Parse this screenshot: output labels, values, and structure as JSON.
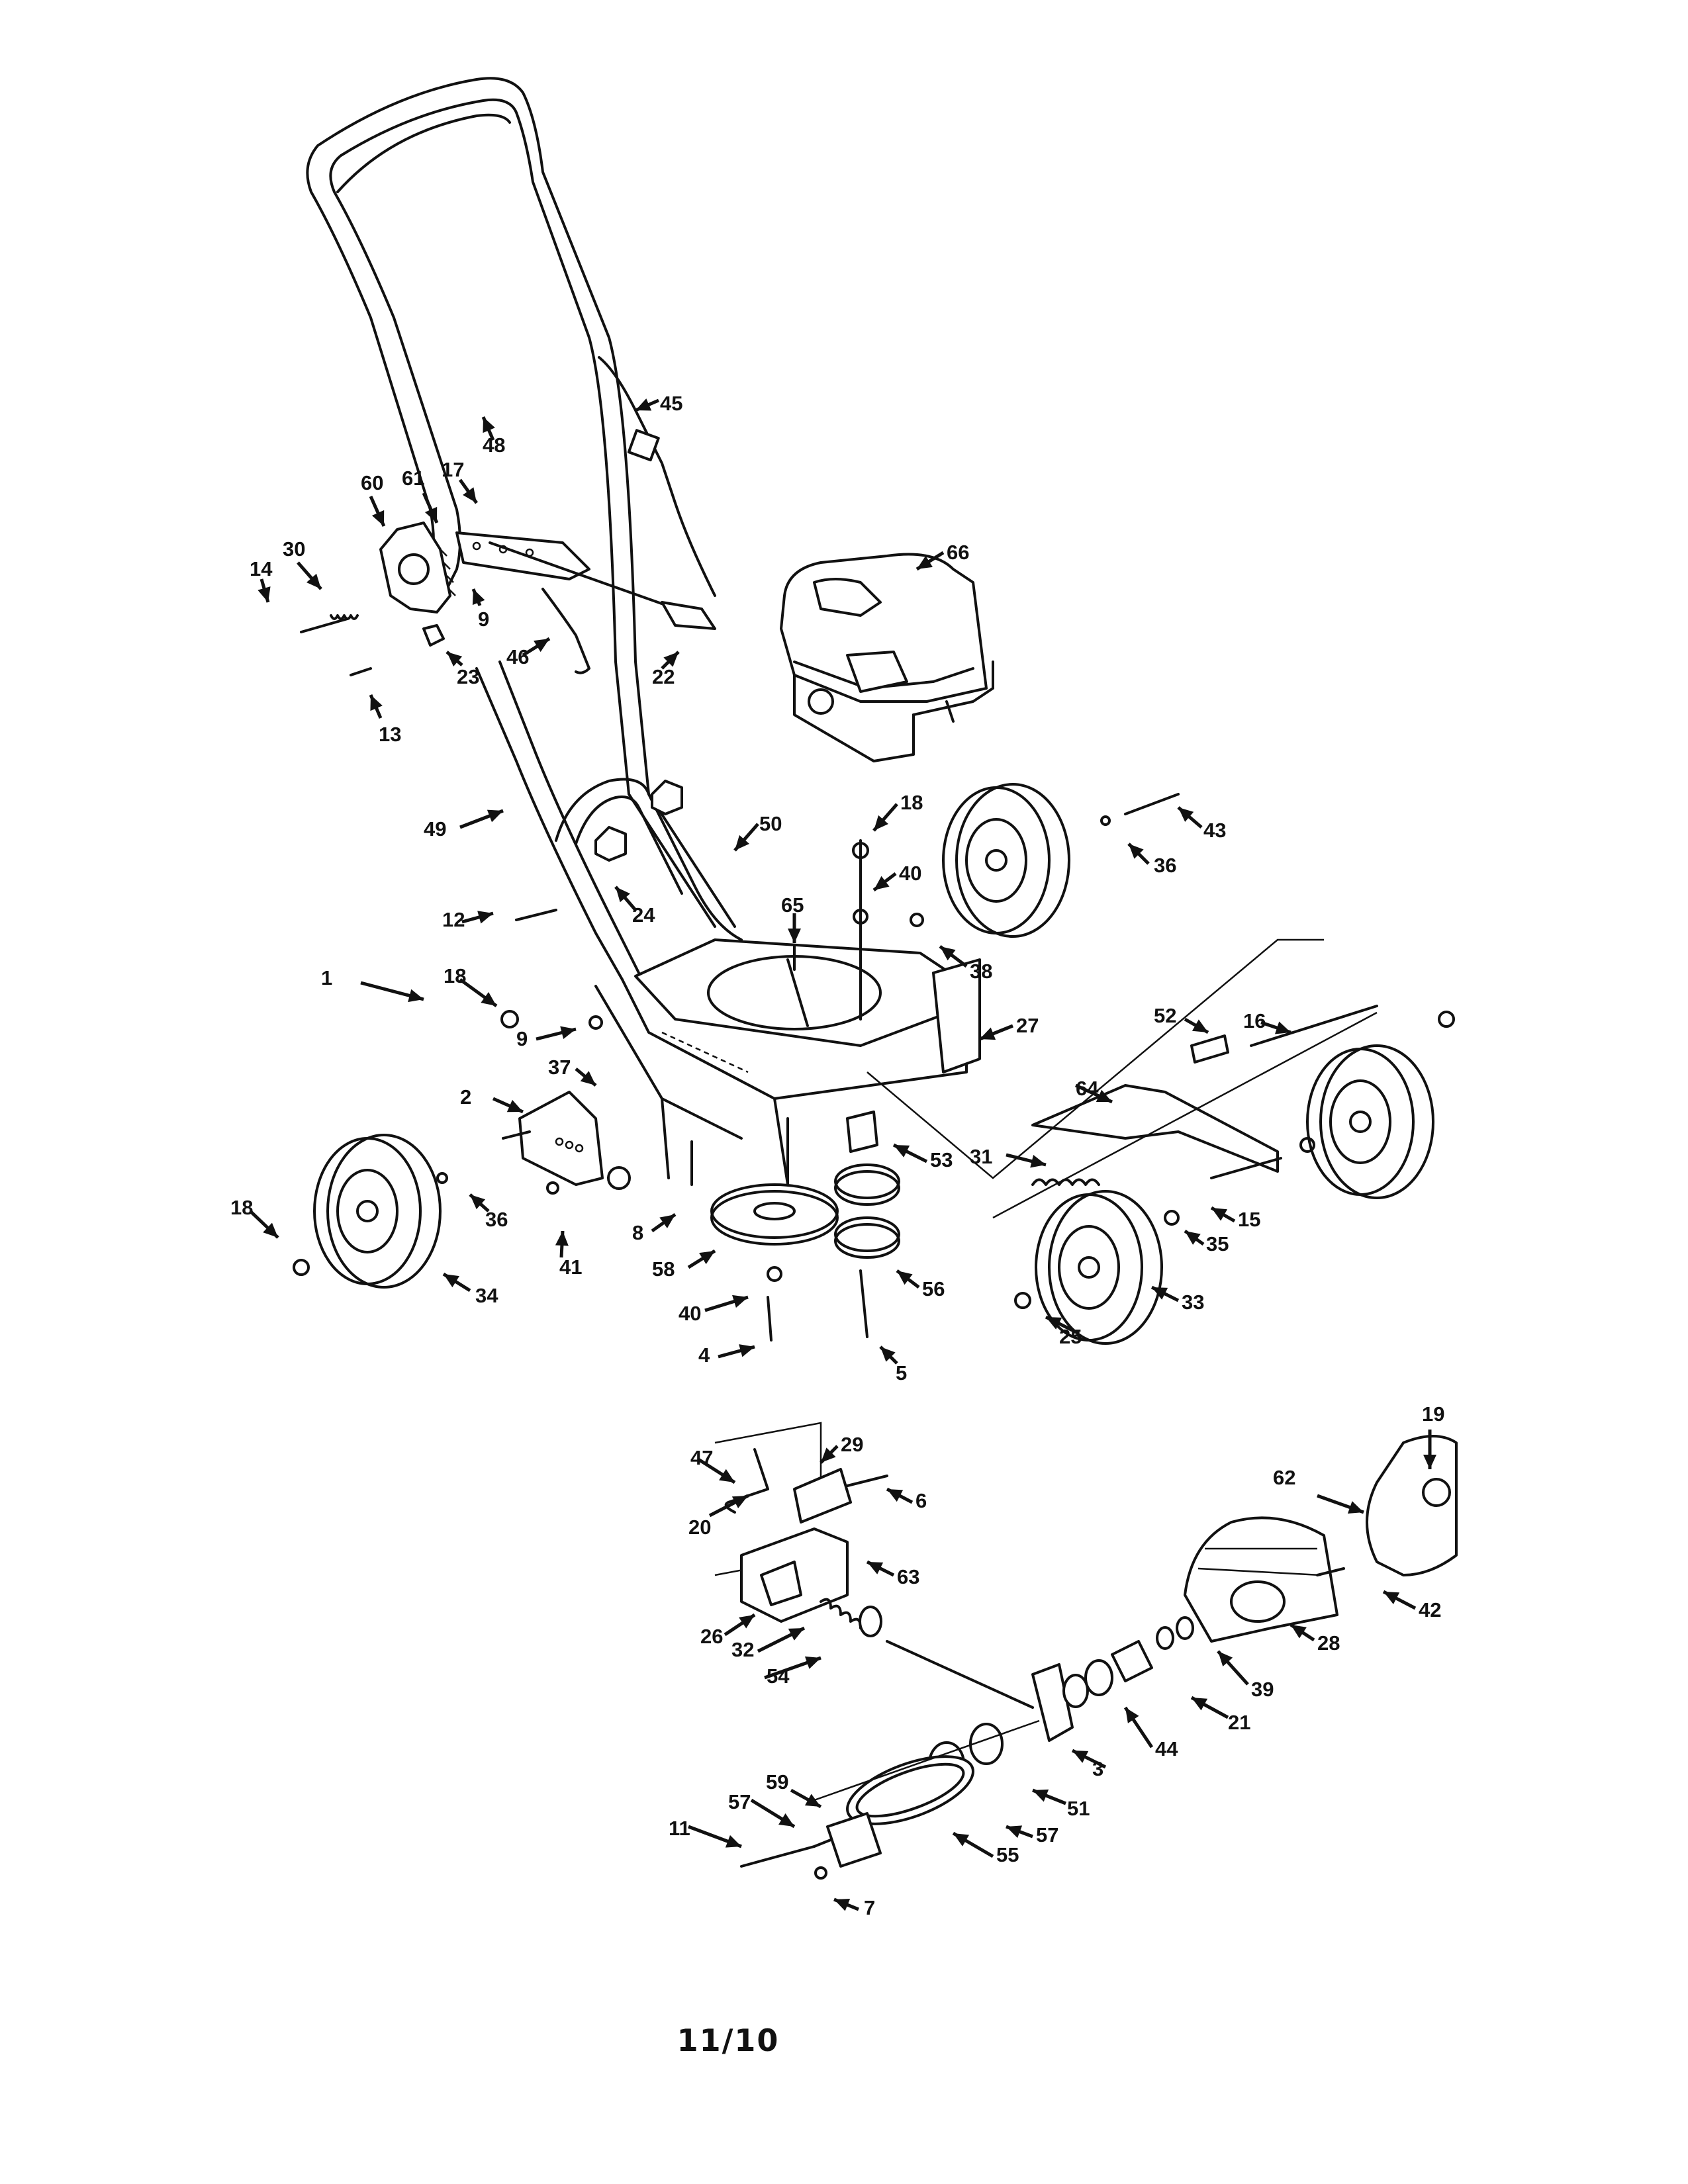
{
  "page_number": "11/10",
  "callouts": [
    {
      "id": "1",
      "label": "1"
    },
    {
      "id": "2",
      "label": "2"
    },
    {
      "id": "3",
      "label": "3"
    },
    {
      "id": "4",
      "label": "4"
    },
    {
      "id": "5",
      "label": "5"
    },
    {
      "id": "6",
      "label": "6"
    },
    {
      "id": "7",
      "label": "7"
    },
    {
      "id": "8",
      "label": "8"
    },
    {
      "id": "9a",
      "label": "9"
    },
    {
      "id": "9b",
      "label": "9"
    },
    {
      "id": "11",
      "label": "11"
    },
    {
      "id": "12",
      "label": "12"
    },
    {
      "id": "13",
      "label": "13"
    },
    {
      "id": "14",
      "label": "14"
    },
    {
      "id": "15",
      "label": "15"
    },
    {
      "id": "16",
      "label": "16"
    },
    {
      "id": "17",
      "label": "17"
    },
    {
      "id": "18a",
      "label": "18"
    },
    {
      "id": "18b",
      "label": "18"
    },
    {
      "id": "18c",
      "label": "18"
    },
    {
      "id": "19",
      "label": "19"
    },
    {
      "id": "20",
      "label": "20"
    },
    {
      "id": "21",
      "label": "21"
    },
    {
      "id": "22",
      "label": "22"
    },
    {
      "id": "23",
      "label": "23"
    },
    {
      "id": "24",
      "label": "24"
    },
    {
      "id": "25",
      "label": "25"
    },
    {
      "id": "26",
      "label": "26"
    },
    {
      "id": "27",
      "label": "27"
    },
    {
      "id": "28",
      "label": "28"
    },
    {
      "id": "29",
      "label": "29"
    },
    {
      "id": "30",
      "label": "30"
    },
    {
      "id": "31",
      "label": "31"
    },
    {
      "id": "32",
      "label": "32"
    },
    {
      "id": "33",
      "label": "33"
    },
    {
      "id": "34",
      "label": "34"
    },
    {
      "id": "35",
      "label": "35"
    },
    {
      "id": "36a",
      "label": "36"
    },
    {
      "id": "36b",
      "label": "36"
    },
    {
      "id": "37",
      "label": "37"
    },
    {
      "id": "38",
      "label": "38"
    },
    {
      "id": "39",
      "label": "39"
    },
    {
      "id": "40a",
      "label": "40"
    },
    {
      "id": "40b",
      "label": "40"
    },
    {
      "id": "41",
      "label": "41"
    },
    {
      "id": "42",
      "label": "42"
    },
    {
      "id": "43",
      "label": "43"
    },
    {
      "id": "44",
      "label": "44"
    },
    {
      "id": "45",
      "label": "45"
    },
    {
      "id": "46",
      "label": "46"
    },
    {
      "id": "47",
      "label": "47"
    },
    {
      "id": "48",
      "label": "48"
    },
    {
      "id": "49",
      "label": "49"
    },
    {
      "id": "50",
      "label": "50"
    },
    {
      "id": "51",
      "label": "51"
    },
    {
      "id": "52",
      "label": "52"
    },
    {
      "id": "53",
      "label": "53"
    },
    {
      "id": "54",
      "label": "54"
    },
    {
      "id": "55",
      "label": "55"
    },
    {
      "id": "56",
      "label": "56"
    },
    {
      "id": "57a",
      "label": "57"
    },
    {
      "id": "57b",
      "label": "57"
    },
    {
      "id": "58",
      "label": "58"
    },
    {
      "id": "59",
      "label": "59"
    },
    {
      "id": "60",
      "label": "60"
    },
    {
      "id": "61",
      "label": "61"
    },
    {
      "id": "62",
      "label": "62"
    },
    {
      "id": "63",
      "label": "63"
    },
    {
      "id": "64",
      "label": "64"
    },
    {
      "id": "65",
      "label": "65"
    },
    {
      "id": "66",
      "label": "66"
    }
  ]
}
